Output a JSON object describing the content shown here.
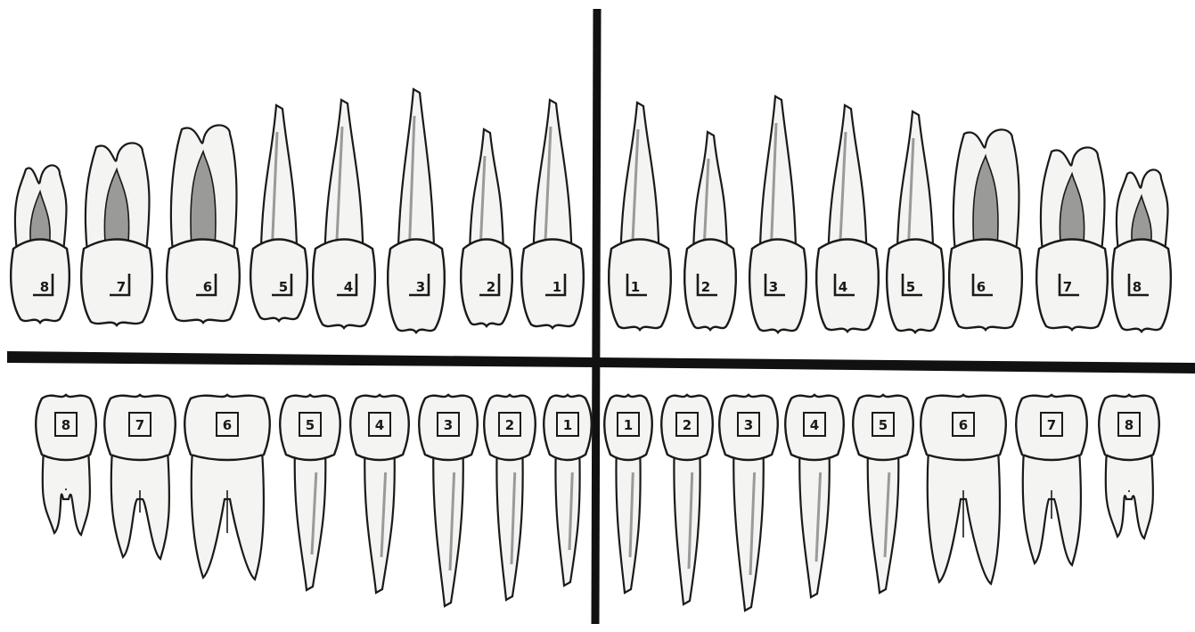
{
  "upper_right": [
    "8",
    "7",
    "6",
    "5",
    "4",
    "3",
    "2",
    "1"
  ],
  "upper_left": [
    "1",
    "2",
    "3",
    "4",
    "5",
    "6",
    "7",
    "8"
  ],
  "lower_right": [
    "8",
    "7",
    "6",
    "5",
    "4",
    "3",
    "2",
    "1"
  ],
  "lower_left": [
    "1",
    "2",
    "3",
    "4",
    "5",
    "6",
    "7",
    "8"
  ],
  "colors": {
    "ink": "#1a1a1a",
    "tooth_fill": "#f4f4f2",
    "shade": "#9a9a98",
    "background": "#ffffff"
  }
}
